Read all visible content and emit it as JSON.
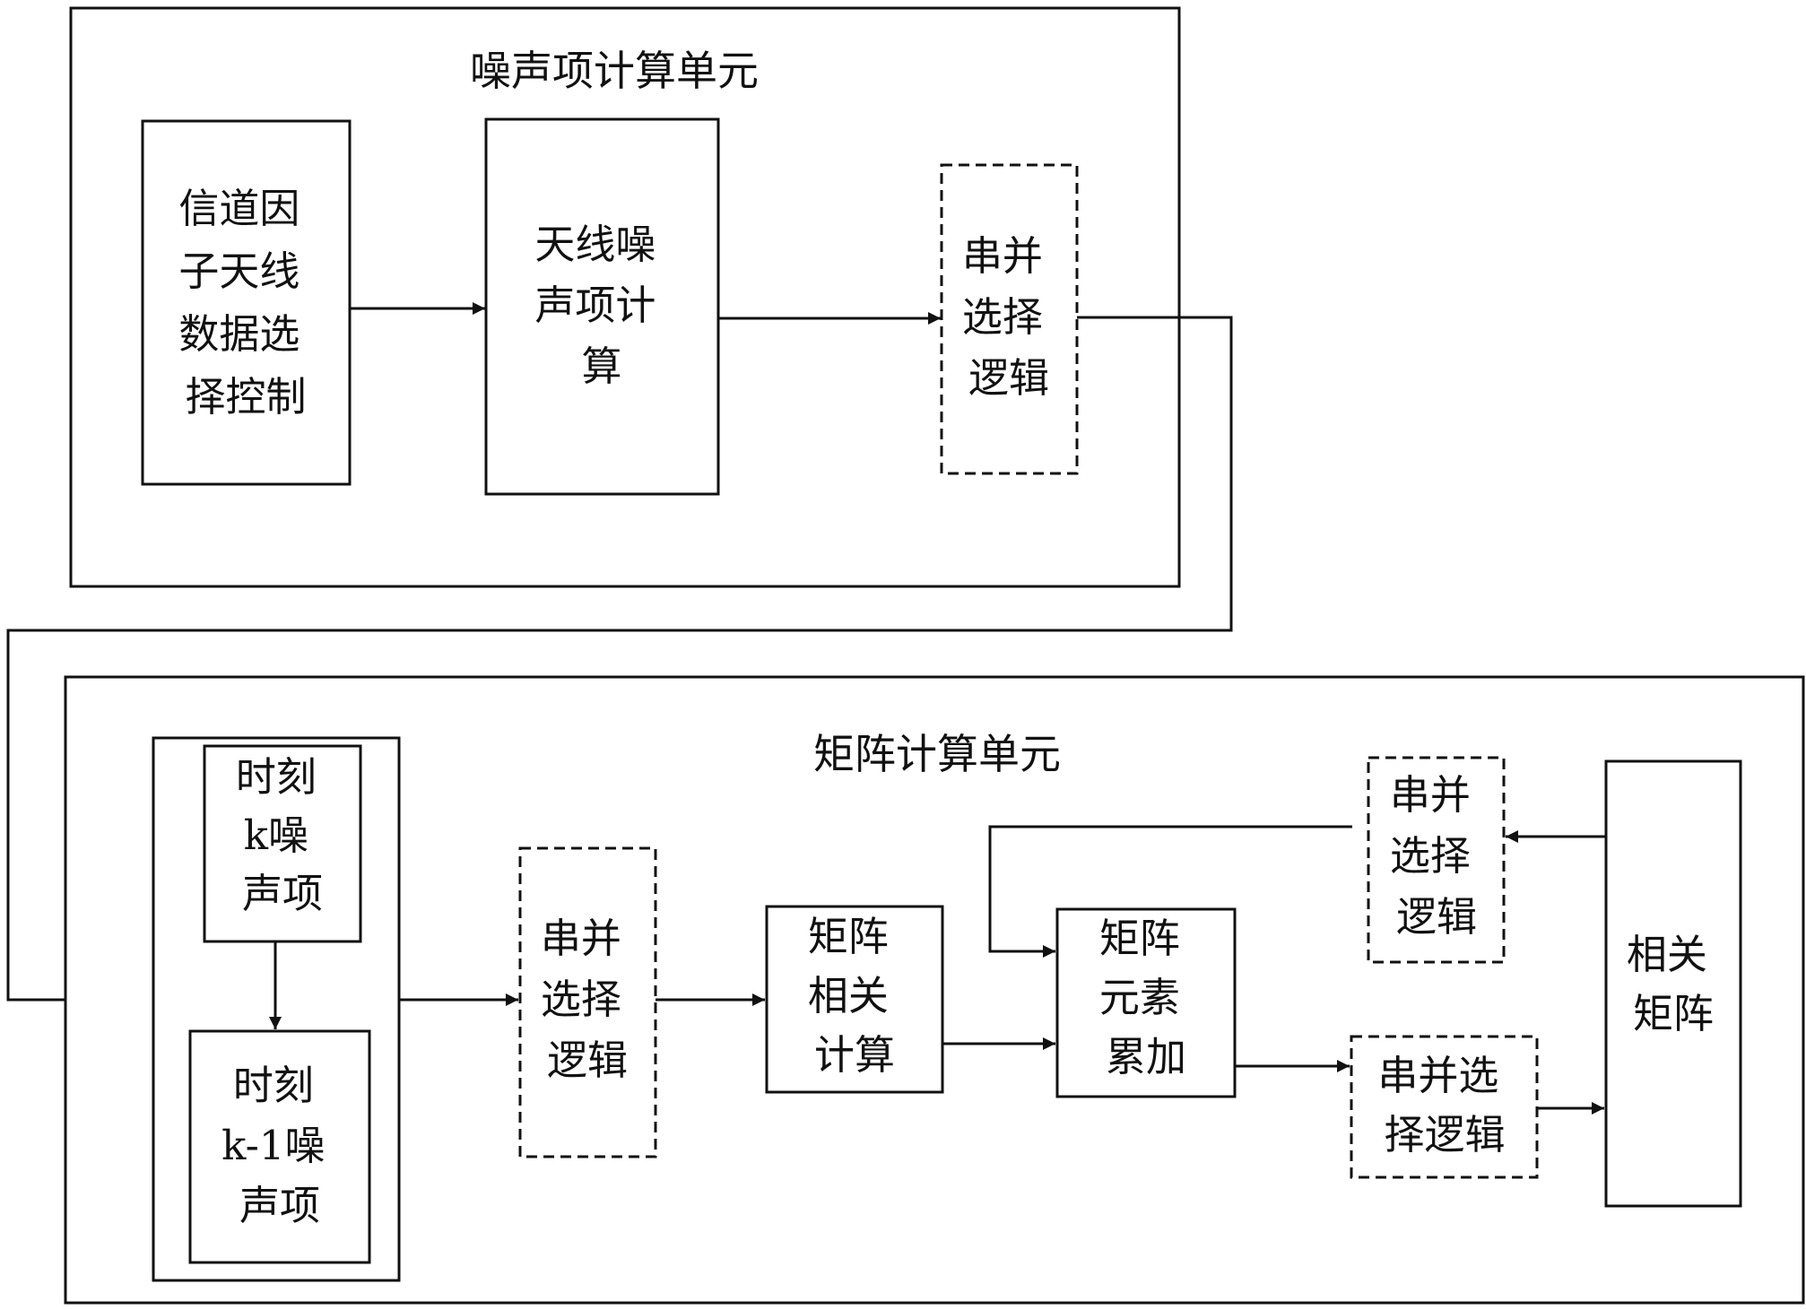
{
  "noise_unit": {
    "title": "噪声项计算单元",
    "blocks": {
      "channel_select": [
        "信道因",
        "子天线",
        "数据选",
        "择控制"
      ],
      "antenna_noise": [
        "天线噪",
        "声项计",
        "算"
      ],
      "sp_select_1": [
        "串并",
        "选择",
        "逻辑"
      ]
    }
  },
  "matrix_unit": {
    "title": "矩阵计算单元",
    "blocks": {
      "noise_k": [
        "时刻",
        "k噪",
        "声项"
      ],
      "noise_k_minus_1": [
        "时刻",
        "k-1噪",
        "声项"
      ],
      "sp_select_2": [
        "串并",
        "选择",
        "逻辑"
      ],
      "matrix_corr": [
        "矩阵",
        "相关",
        "计算"
      ],
      "matrix_accum": [
        "矩阵",
        "元素",
        "累加"
      ],
      "sp_select_3": [
        "串并",
        "选择",
        "逻辑"
      ],
      "sp_select_4": [
        "串并选",
        "择逻辑"
      ],
      "corr_matrix": [
        "相关",
        "矩阵"
      ]
    }
  }
}
